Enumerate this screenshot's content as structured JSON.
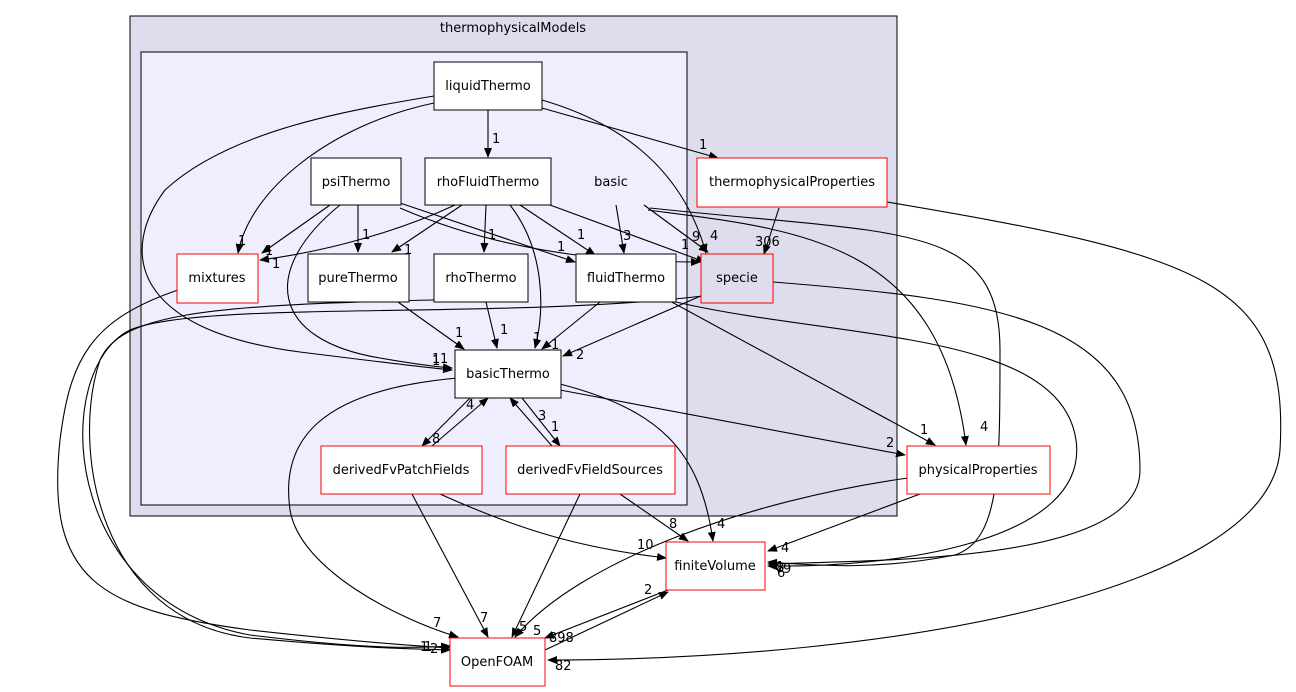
{
  "graph": {
    "cluster_outer": "thermophysicalModels",
    "nodes": {
      "liquidThermo": "liquidThermo",
      "psiThermo": "psiThermo",
      "rhoFluidThermo": "rhoFluidThermo",
      "basic": "basic",
      "thermophysicalProperties": "thermophysicalProperties",
      "mixtures": "mixtures",
      "pureThermo": "pureThermo",
      "rhoThermo": "rhoThermo",
      "fluidThermo": "fluidThermo",
      "specie": "specie",
      "basicThermo": "basicThermo",
      "derivedFvPatchFields": "derivedFvPatchFields",
      "derivedFvFieldSources": "derivedFvFieldSources",
      "physicalProperties": "physicalProperties",
      "finiteVolume": "finiteVolume",
      "OpenFOAM": "OpenFOAM"
    },
    "edge_labels": [
      "1",
      "1",
      "1",
      "1",
      "1",
      "1",
      "1",
      "1",
      "1",
      "1",
      "3",
      "9",
      "4",
      "1",
      "306",
      "1",
      "1",
      "1",
      "1",
      "1",
      "1",
      "2",
      "4",
      "8",
      "3",
      "1",
      "1",
      "2",
      "4",
      "8",
      "4",
      "10",
      "4",
      "2",
      "7",
      "7",
      "5",
      "5",
      "898",
      "2",
      "1",
      "6",
      "9",
      "8",
      "82",
      "1",
      "1",
      "1"
    ]
  },
  "colors": {
    "cluster_outer_fill": "#ddddee",
    "cluster_inner_fill": "#eeeeff",
    "external_border": "#ff0000",
    "node_border": "#000000"
  }
}
